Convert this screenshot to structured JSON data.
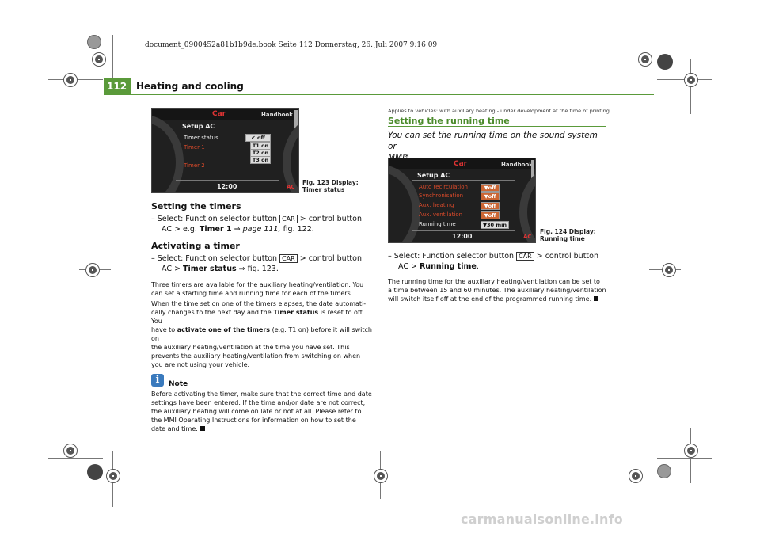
{
  "header_file": "document_0900452a81b1b9de.book  Seite 112  Donnerstag, 26. Juli 2007  9:16 09",
  "page_number": "112",
  "section_title": "Heating and cooling",
  "colors": {
    "accent": "#5a9a3a",
    "screen_bg": "#202020",
    "menu_red": "#d94a2a"
  },
  "fig123": {
    "logo": "Car",
    "handbook": "Handbook",
    "title": "Setup AC",
    "items": [
      "Timer status",
      "Timer 1",
      "Timer 2"
    ],
    "options": [
      "✔ off",
      "T1 on",
      "T2 on",
      "T3 on"
    ],
    "clock": "12:00",
    "ac": "AC",
    "caption": "Fig. 123  Display: Timer status"
  },
  "left": {
    "h_setting": "Setting the timers",
    "step1_pre": "– Select: Function selector button",
    "step1_btn": "CAR",
    "step1_mid": "> control button",
    "step1_l2a": "AC > e.g.",
    "step1_bold": "Timer 1",
    "step1_l2b": "⇒",
    "step1_ref": "page 111,",
    "step1_l2c": "fig. 122.",
    "h_activating": "Activating a timer",
    "step2_pre": "– Select: Function selector button",
    "step2_btn": "CAR",
    "step2_mid": "> control button",
    "step2_l2a": "AC >",
    "step2_bold": "Timer status",
    "step2_l2b": "⇒ fig. 123.",
    "p1_l1": "Three timers are available for the auxiliary heating/ventilation. You",
    "p1_l2": "can set a starting time and running time for each of the timers.",
    "p2_l1": "When the time set on one of the timers elapses, the date automati-",
    "p2_l2a": "cally changes to the next day and the",
    "p2_l2b": "Timer status",
    "p2_l2c": "is reset to off. You",
    "p2_l3a": "have to",
    "p2_l3b": "activate one of the timers",
    "p2_l3c": "(e.g. T1 on) before it will switch on",
    "p2_l4": "the auxiliary heating/ventilation at the time you have set. This",
    "p2_l5": "prevents the auxiliary heating/ventilation from switching on when",
    "p2_l6": "you are not using your vehicle.",
    "note_icon": "i",
    "note_title": "Note",
    "note_l1": "Before activating the timer, make sure that the correct time and date",
    "note_l2": "settings have been entered. If the time and/or date are not correct,",
    "note_l3": "the auxiliary heating will come on late or not at all. Please refer to",
    "note_l4": "the MMI Operating Instructions for information on how to set the",
    "note_l5": "date and time."
  },
  "right": {
    "applies": "Applies to vehicles: with auxiliary heating - under development at the time of printing",
    "title": "Setting the running time",
    "intro_l1": "You can set the running time on the sound system or",
    "intro_l2": "MMI*.",
    "step_pre": "– Select: Function selector button",
    "step_btn": "CAR",
    "step_mid": "> control button",
    "step_l2a": "AC >",
    "step_bold": "Running time",
    "step_l2b": ".",
    "p_l1": "The running time for the auxiliary heating/ventilation can be set to",
    "p_l2": "a time between 15 and 60 minutes. The auxiliary heating/ventilation",
    "p_l3": "will switch itself off at the end of the programmed running time."
  },
  "fig124": {
    "logo": "Car",
    "handbook": "Handbook",
    "title": "Setup AC",
    "items": [
      "Auto recirculation",
      "Synchronisation",
      "Aux. heating",
      "Aux. ventilation",
      "Running time"
    ],
    "options": [
      "▼off",
      "▼off",
      "▼off",
      "▼off",
      "▼30 min"
    ],
    "clock": "12:00",
    "ac": "AC",
    "caption_l1": "Fig. 124  Display:",
    "caption_l2": "Running time"
  },
  "watermark": "carmanualsonline.info"
}
